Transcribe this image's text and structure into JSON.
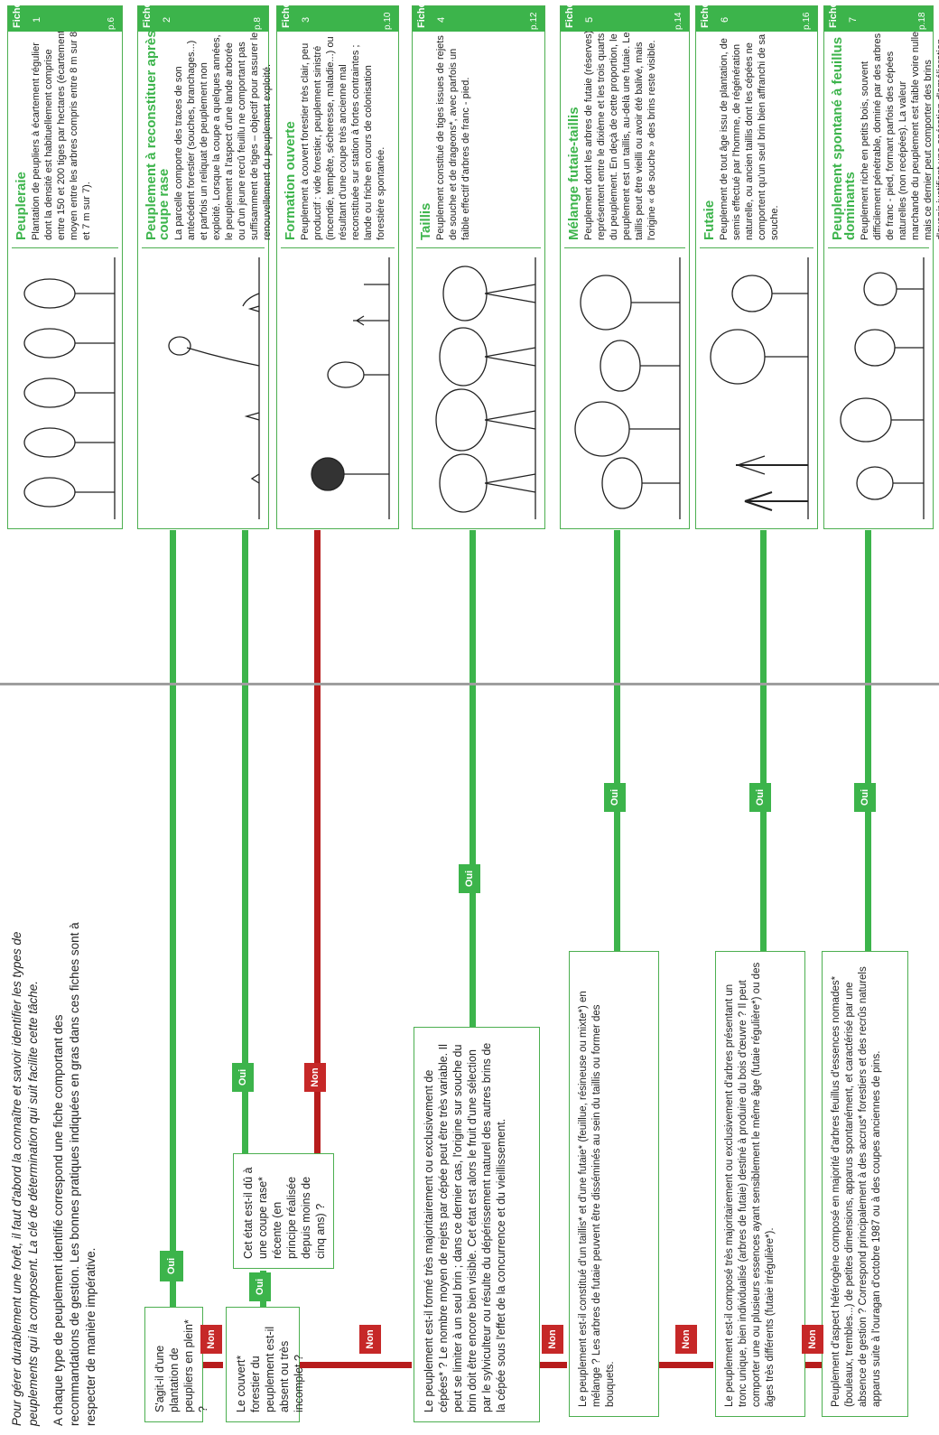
{
  "intro": {
    "lead": "Pour gérer durablement une forêt, il faut d'abord la connaître et savoir identifier les types de peuplements qui la composent. La clé de détermination qui suit facilite cette tâche.",
    "text": "A chaque type de peuplement identifié correspond une fiche comportant des recommandations de gestion. Les bonnes pratiques indiquées en gras dans ces fiches sont à respecter de manière impérative."
  },
  "labels": {
    "oui": "Oui",
    "non": "Non"
  },
  "questions": {
    "q1": "S'agit-il d'une plantation de peupliers en plein* ?",
    "q2": "Le couvert* forestier du peuplement est-il absent ou très incomplet ?",
    "q2b": "Cet état est-il dû à une coupe rase* récente (en principe réalisée depuis moins de cinq ans) ?",
    "q3": "Le peuplement est-il formé très majoritairement ou exclusivement de cépées* ? Le nombre moyen de rejets par cépée peut être très variable. Il peut se limiter à un seul brin ; dans ce dernier cas, l'origine sur souche du brin doit être encore bien visible. Cet état est alors le fruit d'une sélection par le sylviculteur ou résulte du dépérissement naturel des autres brins de la cépée sous l'effet de la concurrence et du vieillissement.",
    "q4": "Le peuplement est-il constitué d'un taillis* et d'une futaie* (feuillue, résineuse ou mixte*) en mélange ? Les arbres de futaie peuvent être disséminés au sein du taillis ou former des bouquets.",
    "q5": "Le peuplement est-il composé très majoritairement ou exclusivement d'arbres présentant un tronc unique, bien individualisé (arbres de futaie) destiné à produire du bois d'œuvre ? Il peut comporter une ou plusieurs essences ayant sensiblement le même âge (futaie régulière*) ou des âges très différents (futaie irrégulière*).",
    "q6": "Peuplement d'aspect hétérogène composé en majorité d'arbres feuillus d'essences nomades* (bouleaux, trembles...) de petites dimensions, apparus spontanément, et caractérisé par une absence de gestion ? Correspond principalement à des accrus* forestiers et des recrûs naturels apparus suite à l'ouragan d'octobre 1987 ou à des coupes anciennes de pins."
  },
  "fiches": [
    {
      "label": "Fiche",
      "num": "1",
      "page": "p.6",
      "title": "Peupleraie",
      "text": "Plantation de peupliers à écartement régulier dont la densité est habituellement comprise entre 150 et 200 tiges par hectares (écartement moyen entre les arbres compris entre 8 m sur 8 et 7 m sur 7)."
    },
    {
      "label": "Fiche",
      "num": "2",
      "page": "p.8",
      "title": "Peuplement à reconstituer après coupe rase",
      "text": "La parcelle comporte des traces de son antécédent forestier (souches, branchages...) et parfois un reliquat de peuplement non exploité. Lorsque la coupe a quelques années, le peuplement a l'aspect d'une lande arborée ou d'un jeune recrû feuillu ne comportant pas suffisamment de tiges – objectif pour assurer le renouvellement du peuplement exploité."
    },
    {
      "label": "Fiche",
      "num": "3",
      "page": "p.10",
      "title": "Formation ouverte",
      "text": "Peuplement à couvert forestier très clair, peu productif : vide forestier, peuplement sinistré (incendie, tempête, sécheresse, maladie...) ou résultant d'une coupe très ancienne mal reconstituée sur station à fortes contraintes ; lande ou friche en cours de colonisation forestière spontanée."
    },
    {
      "label": "Fiche",
      "num": "4",
      "page": "p.12",
      "title": "Taillis",
      "text": "Peuplement constitué de tiges issues de rejets de souche et de drageons*, avec parfois un faible effectif d'arbres de franc - pied."
    },
    {
      "label": "Fiche",
      "num": "5",
      "page": "p.14",
      "title": "Mélange futaie-taillis",
      "text": "Peuplement dont les arbres de futaie (réserves) représentent entre le dixième et les trois quarts du peuplement. En deçà de cette proportion, le peuplement est un taillis, au-delà une futaie. Le taillis peut être vieilli ou avoir été balivé, mais l'origine « de souche » des brins reste visible."
    },
    {
      "label": "Fiche",
      "num": "6",
      "page": "p.16",
      "title": "Futaie",
      "text": "Peuplement de tout âge issu de plantation, de semis effectué par l'homme, de régénération naturelle, ou ancien taillis dont les cépées ne comportent qu'un seul brin bien affranchi de sa souche."
    },
    {
      "label": "Fiche",
      "num": "7",
      "page": "p.18",
      "title": "Peuplement spontané à feuillus dominants",
      "text": "Peuplement riche en petits bois, souvent difficilement pénétrable, dominé par des arbres de franc - pied, formant parfois des cépées naturelles (non recépées). La valeur marchande du peuplement est faible voire nulle mais ce dernier peut comporter des brins d'avenir justifiant une opération d'amélioration."
    }
  ],
  "colors": {
    "green": "#3cb44b",
    "red": "#c62828",
    "border": "#4caf50"
  }
}
